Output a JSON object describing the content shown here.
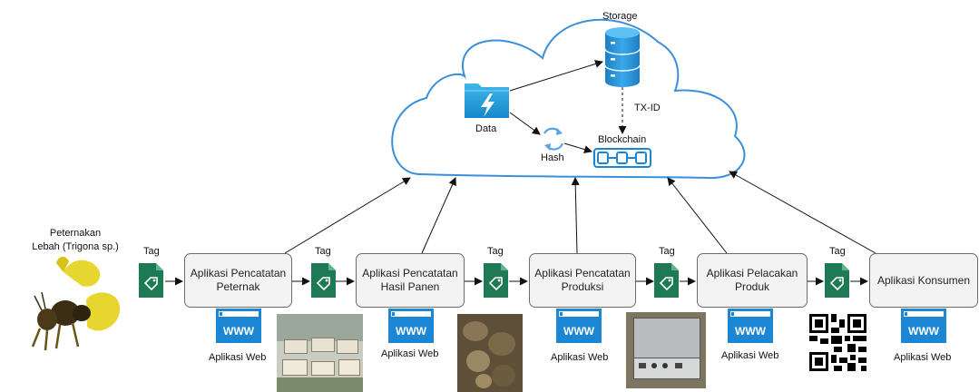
{
  "cloud": {
    "storage_label": "Storage",
    "data_label": "Data",
    "hash_label": "Hash",
    "blockchain_label": "Blockchain",
    "txid_label": "TX-ID"
  },
  "farm": {
    "label_line1": "Peternakan",
    "label_line2": "Lebah (Trigona sp.)"
  },
  "tag_label": "Tag",
  "web_label": "Aplikasi Web",
  "www_text": "WWW",
  "apps": [
    {
      "line1": "Aplikasi Pencatatan",
      "line2": "Peternak"
    },
    {
      "line1": "Aplikasi Pencatatan",
      "line2": "Hasil Panen"
    },
    {
      "line1": "Aplikasi Pencatatan",
      "line2": "Produksi"
    },
    {
      "line1": "Aplikasi Pelacakan",
      "line2": "Produk"
    },
    {
      "line1": "Aplikasi Konsumen",
      "line2": ""
    }
  ],
  "colors": {
    "cloud_stroke": "#3a8fd8",
    "tag_green": "#1e7a55",
    "www_blue": "#1a86d4",
    "blockchain_blue": "#1a86d4",
    "hash_blue": "#5ba4e6"
  }
}
